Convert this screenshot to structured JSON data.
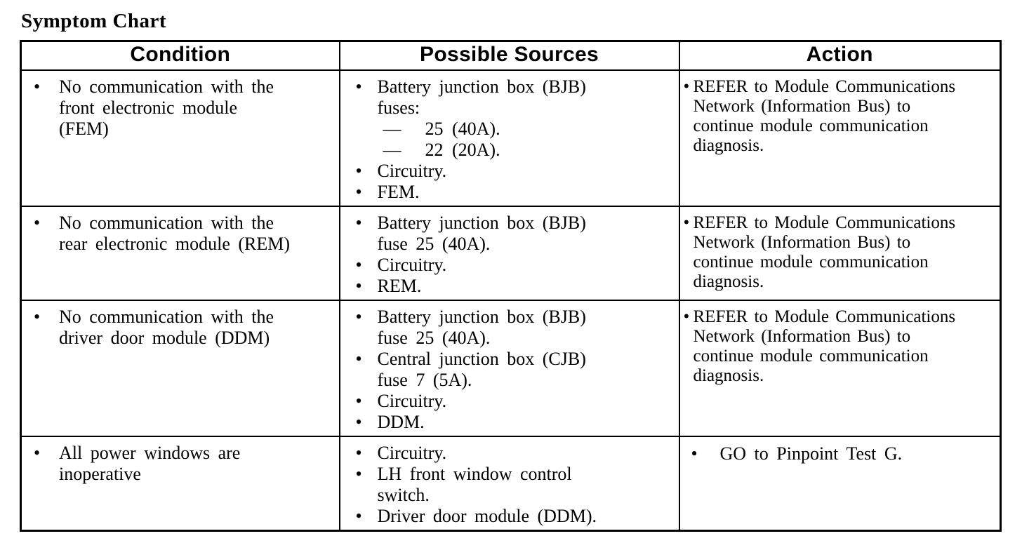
{
  "page_title": "Symptom Chart",
  "colors": {
    "text": "#000000",
    "border": "#000000",
    "background": "#ffffff"
  },
  "icons": {
    "bullet": "•",
    "dash": "—"
  },
  "table": {
    "headers": [
      "Condition",
      "Possible Sources",
      "Action"
    ],
    "rows": [
      {
        "condition": "No communication with the\nfront electronic module\n(FEM)",
        "sources": [
          {
            "text": "Battery junction box (BJB)\nfuses:",
            "sub": [
              "25 (40A).",
              "22 (20A)."
            ]
          },
          {
            "text": "Circuitry."
          },
          {
            "text": "FEM."
          }
        ],
        "action": {
          "style": "tight",
          "text": "REFER to Module Communications\nNetwork (Information Bus) to\ncontinue module communication\ndiagnosis."
        }
      },
      {
        "condition": "No communication with the\nrear electronic module (REM)",
        "sources": [
          {
            "text": "Battery junction box (BJB)\nfuse 25 (40A)."
          },
          {
            "text": "Circuitry."
          },
          {
            "text": "REM."
          }
        ],
        "action": {
          "style": "tight",
          "text": "REFER to Module Communications\nNetwork (Information Bus) to\ncontinue module communication\ndiagnosis."
        }
      },
      {
        "condition": "No communication with the\ndriver door module (DDM)",
        "sources": [
          {
            "text": "Battery junction box (BJB)\nfuse 25 (40A)."
          },
          {
            "text": "Central junction box (CJB)\nfuse 7 (5A)."
          },
          {
            "text": "Circuitry."
          },
          {
            "text": "DDM."
          }
        ],
        "action": {
          "style": "tight",
          "text": "REFER to Module Communications\nNetwork (Information Bus) to\ncontinue module communication\ndiagnosis."
        }
      },
      {
        "condition": "All power windows are\ninoperative",
        "sources": [
          {
            "text": "Circuitry."
          },
          {
            "text": "LH front window control\nswitch."
          },
          {
            "text": "Driver door module (DDM)."
          }
        ],
        "action": {
          "style": "wide",
          "text": "GO to Pinpoint Test G."
        }
      }
    ]
  }
}
